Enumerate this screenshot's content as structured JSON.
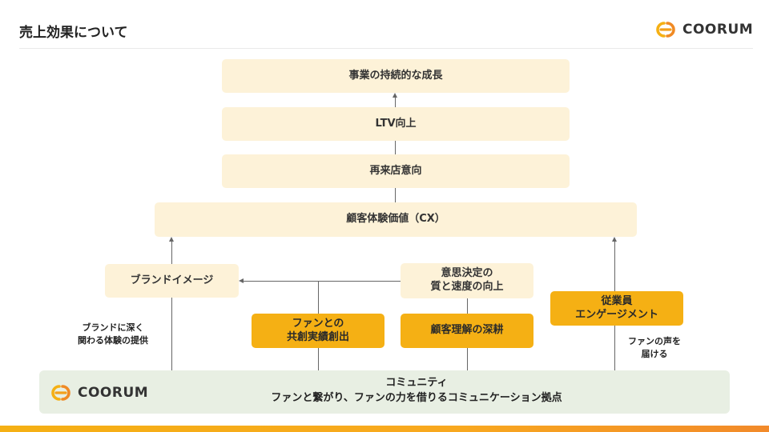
{
  "header": {
    "title": "売上効果について",
    "logo_text": "COORUM"
  },
  "pyramid": {
    "growth": "事業の持続的な成長",
    "ltv": "LTV向上",
    "revisit": "再来店意向",
    "cx": "顧客体験価値（CX）"
  },
  "middle": {
    "brand_image": "ブランドイメージ",
    "decision_line1": "意思決定の",
    "decision_line2": "質と速度の向上",
    "employee_line1": "従業員",
    "employee_line2": "エンゲージメント",
    "cocreation_line1": "ファンとの",
    "cocreation_line2": "共創実績創出",
    "understanding": "顧客理解の深耕"
  },
  "notes": {
    "brand_note_line1": "ブランドに深く",
    "brand_note_line2": "関わる体験の提供",
    "voice_note_line1": "ファンの声を",
    "voice_note_line2": "届ける"
  },
  "community": {
    "logo_text": "COORUM",
    "title": "コミュニティ",
    "subtitle": "ファンと繋がり、ファンの力を借りるコミュニケーション拠点"
  },
  "colors": {
    "brand_orange": "#f5b014",
    "pale_box": "#fdf2d8",
    "community_bg": "#e8efe3",
    "connector": "#666666"
  }
}
